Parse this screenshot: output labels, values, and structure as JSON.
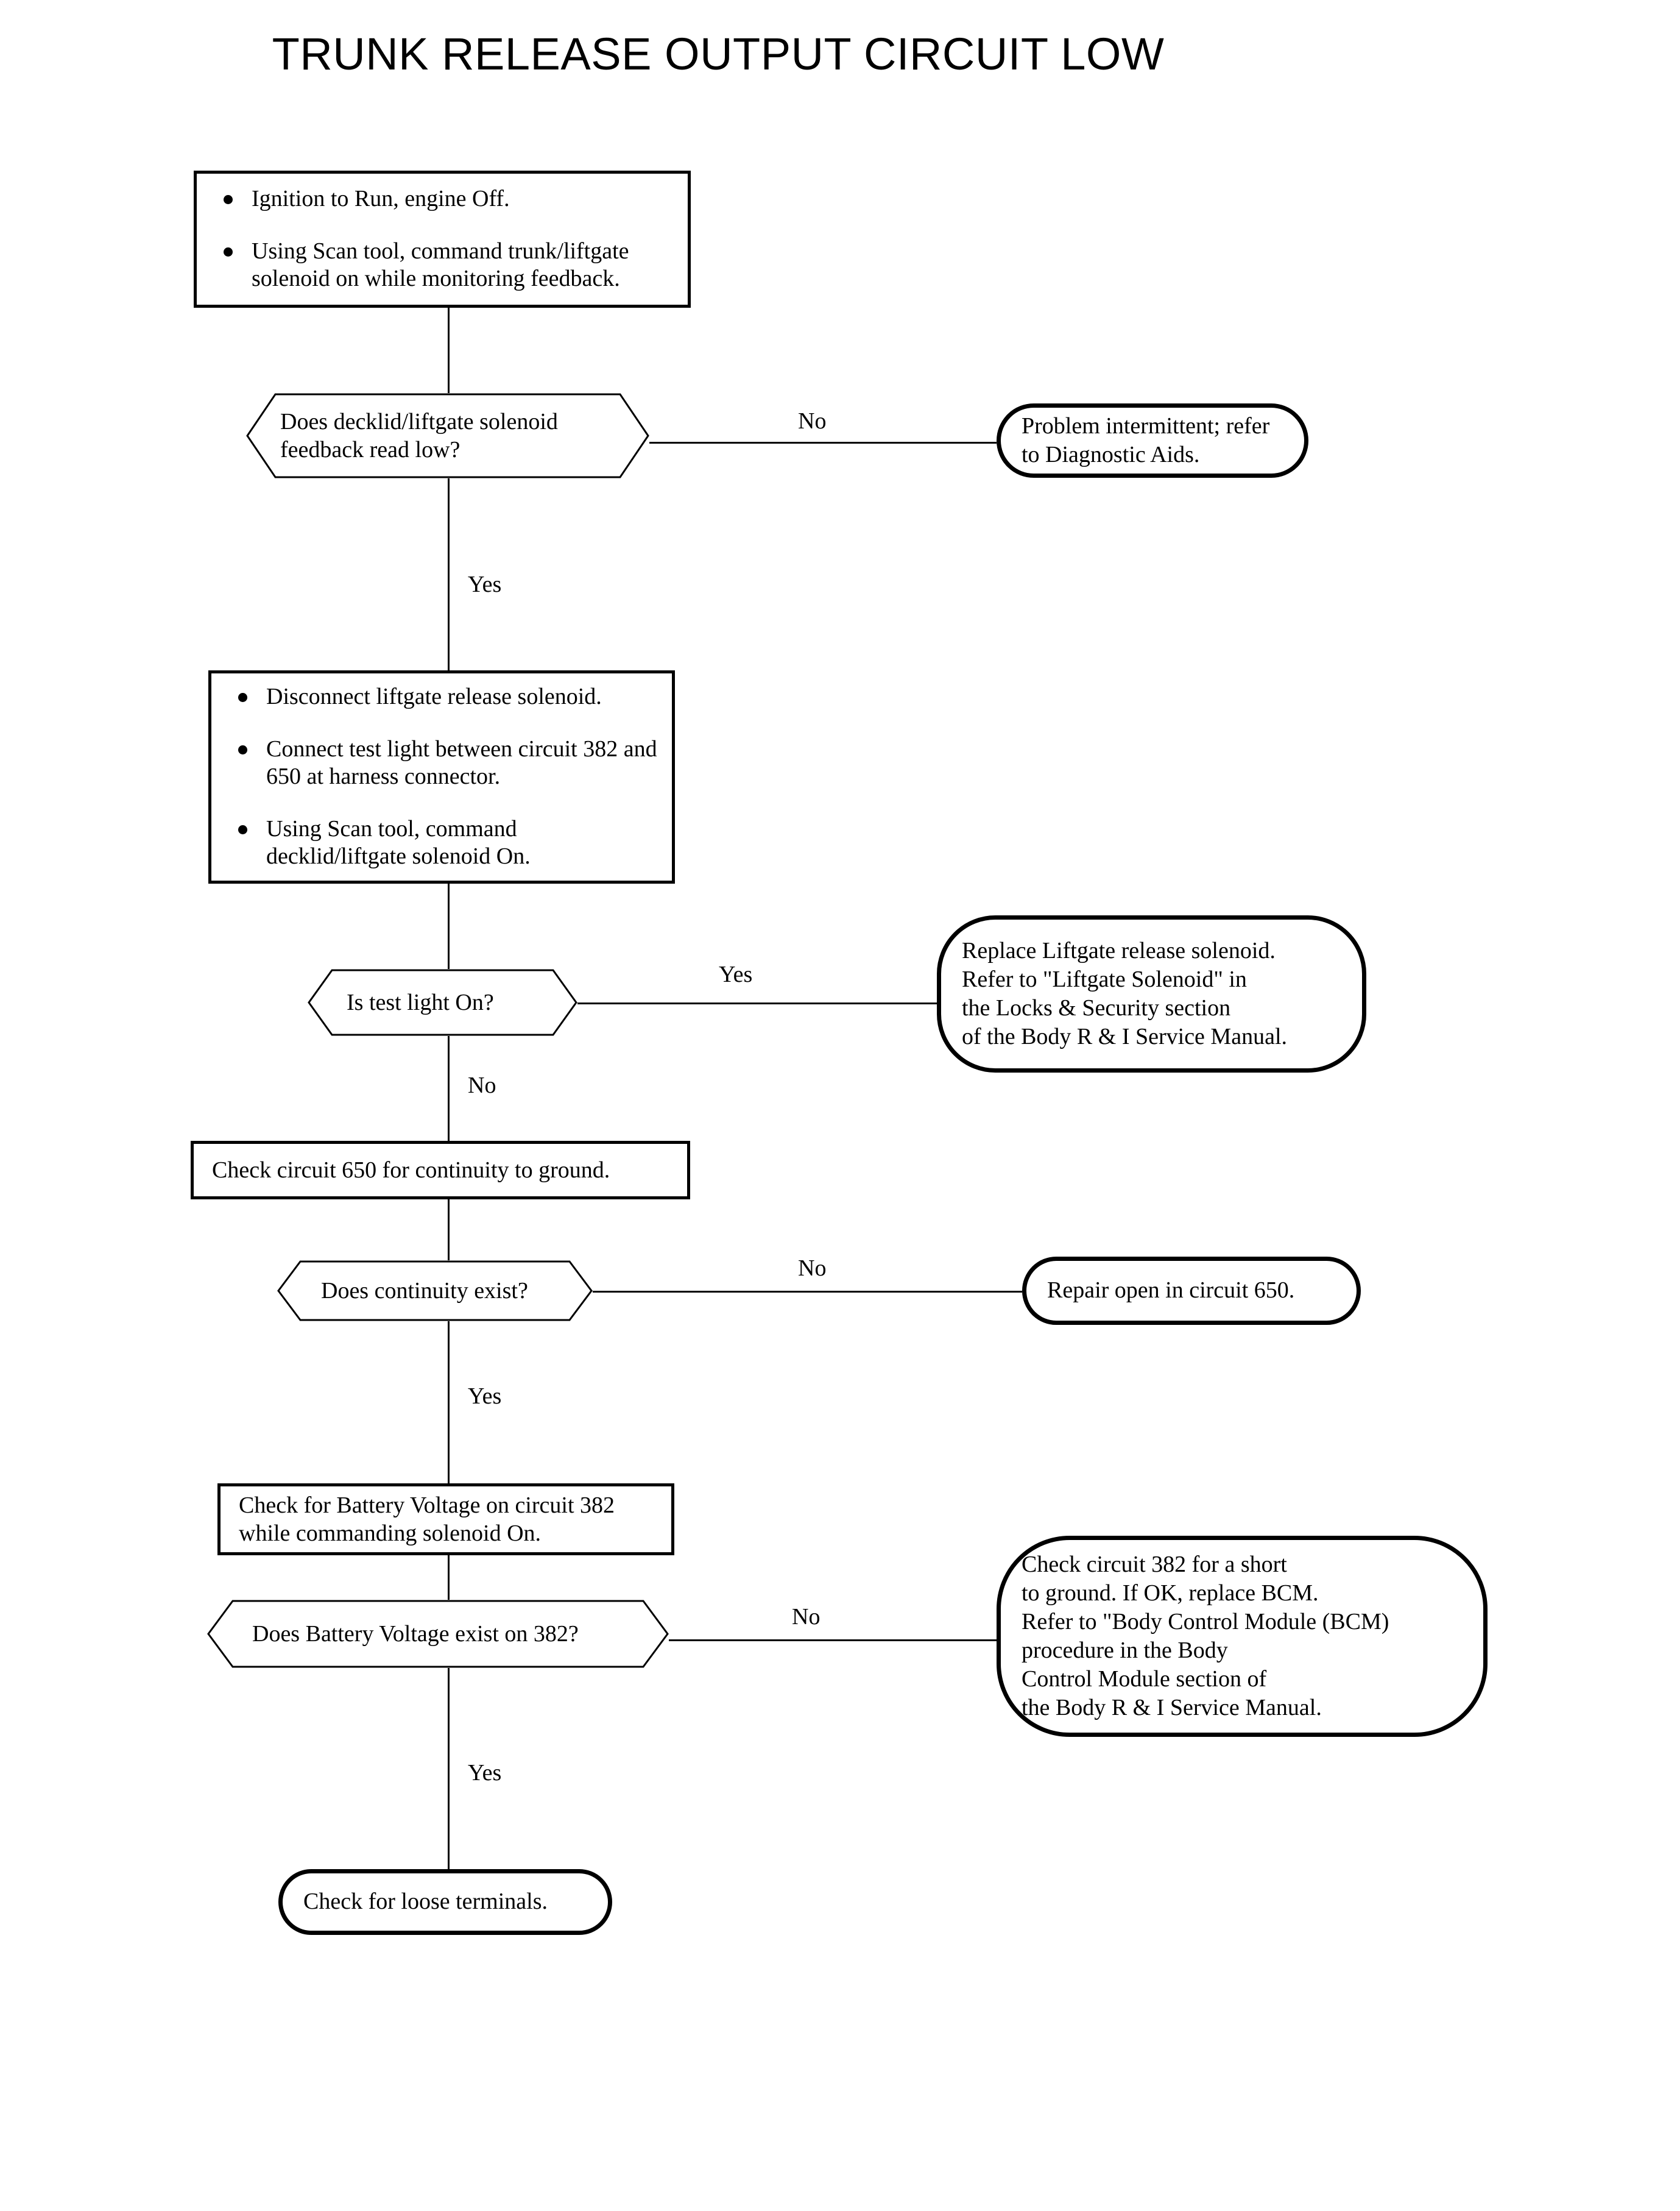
{
  "title": "TRUNK RELEASE OUTPUT CIRCUIT LOW",
  "chart_data": {
    "type": "flowchart",
    "title": "TRUNK RELEASE OUTPUT CIRCUIT LOW",
    "orientation": "top-to-bottom with right branches",
    "node_count": 12,
    "nodes": [
      {
        "id": "step1",
        "shape": "process",
        "text": "Ignition to Run, engine Off. / Using Scan tool, command trunk/liftgate solenoid on while monitoring feedback."
      },
      {
        "id": "q1",
        "shape": "decision",
        "text": "Does decklid/liftgate solenoid feedback read low?"
      },
      {
        "id": "t1",
        "shape": "terminator",
        "text": "Problem intermittent; refer to Diagnostic Aids."
      },
      {
        "id": "step2",
        "shape": "process",
        "text": "Disconnect liftgate release solenoid. / Connect test light between circuit 382 and 650 at harness connector. / Using Scan tool, command decklid/liftgate solenoid On."
      },
      {
        "id": "q2",
        "shape": "decision",
        "text": "Is test light On?"
      },
      {
        "id": "t2",
        "shape": "terminator",
        "text": "Replace Liftgate release solenoid. Refer to \"Liftgate Solenoid\" in the Locks & Security section of the Body R & I Service Manual."
      },
      {
        "id": "step3",
        "shape": "process",
        "text": "Check circuit 650 for continuity to ground."
      },
      {
        "id": "q3",
        "shape": "decision",
        "text": "Does continuity exist?"
      },
      {
        "id": "t3",
        "shape": "terminator",
        "text": "Repair open in circuit 650."
      },
      {
        "id": "step4",
        "shape": "process",
        "text": "Check for Battery Voltage on circuit 382 while commanding solenoid On."
      },
      {
        "id": "q4",
        "shape": "decision",
        "text": "Does Battery Voltage exist on 382?"
      },
      {
        "id": "t4",
        "shape": "terminator",
        "text": "Check circuit 382 for a short to ground. If OK, replace BCM. Refer to \"Body Control Module (BCM) procedure in the Body Control Module section of the Body R & I Service Manual."
      },
      {
        "id": "t5",
        "shape": "terminator",
        "text": "Check for loose terminals."
      }
    ],
    "edges": [
      {
        "from": "step1",
        "to": "q1",
        "label": ""
      },
      {
        "from": "q1",
        "to": "t1",
        "label": "No"
      },
      {
        "from": "q1",
        "to": "step2",
        "label": "Yes"
      },
      {
        "from": "step2",
        "to": "q2",
        "label": ""
      },
      {
        "from": "q2",
        "to": "t2",
        "label": "Yes"
      },
      {
        "from": "q2",
        "to": "step3",
        "label": "No"
      },
      {
        "from": "step3",
        "to": "q3",
        "label": ""
      },
      {
        "from": "q3",
        "to": "t3",
        "label": "No"
      },
      {
        "from": "q3",
        "to": "step4",
        "label": "Yes"
      },
      {
        "from": "step4",
        "to": "q4",
        "label": ""
      },
      {
        "from": "q4",
        "to": "t4",
        "label": "No"
      },
      {
        "from": "q4",
        "to": "t5",
        "label": "Yes"
      }
    ]
  },
  "step1": {
    "bullets": [
      "Ignition to Run, engine Off.",
      "Using Scan tool, command trunk/liftgate solenoid on while monitoring feedback."
    ]
  },
  "q1": {
    "text": "Does decklid/liftgate solenoid feedback read low?"
  },
  "t1": {
    "text": "Problem intermittent; refer to Diagnostic Aids."
  },
  "step2": {
    "bullets": [
      "Disconnect liftgate release solenoid.",
      "Connect test light between circuit 382 and 650 at harness connector.",
      "Using Scan tool, command decklid/liftgate solenoid On."
    ]
  },
  "q2": {
    "text": "Is test light On?"
  },
  "t2": {
    "lines": [
      "Replace Liftgate release solenoid.",
      "Refer to \"Liftgate Solenoid\" in",
      "the Locks & Security section",
      "of the Body R & I Service Manual."
    ]
  },
  "step3": {
    "text": "Check circuit 650 for continuity to ground."
  },
  "q3": {
    "text": "Does continuity exist?"
  },
  "t3": {
    "text": "Repair open in circuit 650."
  },
  "step4": {
    "lines": [
      "Check for Battery Voltage on circuit 382",
      "while commanding solenoid On."
    ]
  },
  "q4": {
    "text": "Does Battery Voltage exist on 382?"
  },
  "t4": {
    "lines": [
      "Check circuit 382 for a short",
      "to ground. If OK, replace BCM.",
      "Refer to \"Body Control Module (BCM)",
      "procedure in the Body",
      "Control Module section of",
      "the Body R & I Service Manual."
    ]
  },
  "t5": {
    "text": "Check for loose terminals."
  },
  "labels": {
    "no1": "No",
    "yes1": "Yes",
    "yes2": "Yes",
    "no2": "No",
    "no3": "No",
    "yes3": "Yes",
    "no4": "No",
    "yes4": "Yes"
  }
}
